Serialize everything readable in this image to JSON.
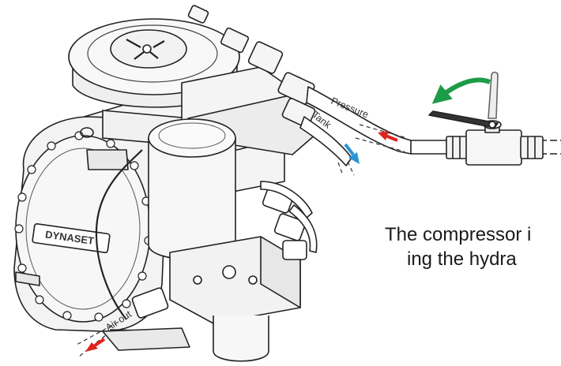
{
  "labels": {
    "pressure": "Pressure",
    "tank": "Tank",
    "air_out": "Air out",
    "logo": "DYNASET"
  },
  "caption": {
    "line1": "The compressor i",
    "line2": "ing the hydra"
  },
  "colors": {
    "pressure_arrow": "#e1221c",
    "tank_arrow": "#2a93d5",
    "air_out_arrow": "#e1221c",
    "valve_rotation_arrow": "#1e9b47"
  },
  "icons": {
    "pressure_flow": "red-arrow-left",
    "tank_flow": "blue-arrow-down",
    "air_out_flow": "red-arrow-left",
    "valve_rotation": "green-curved-arrow"
  }
}
